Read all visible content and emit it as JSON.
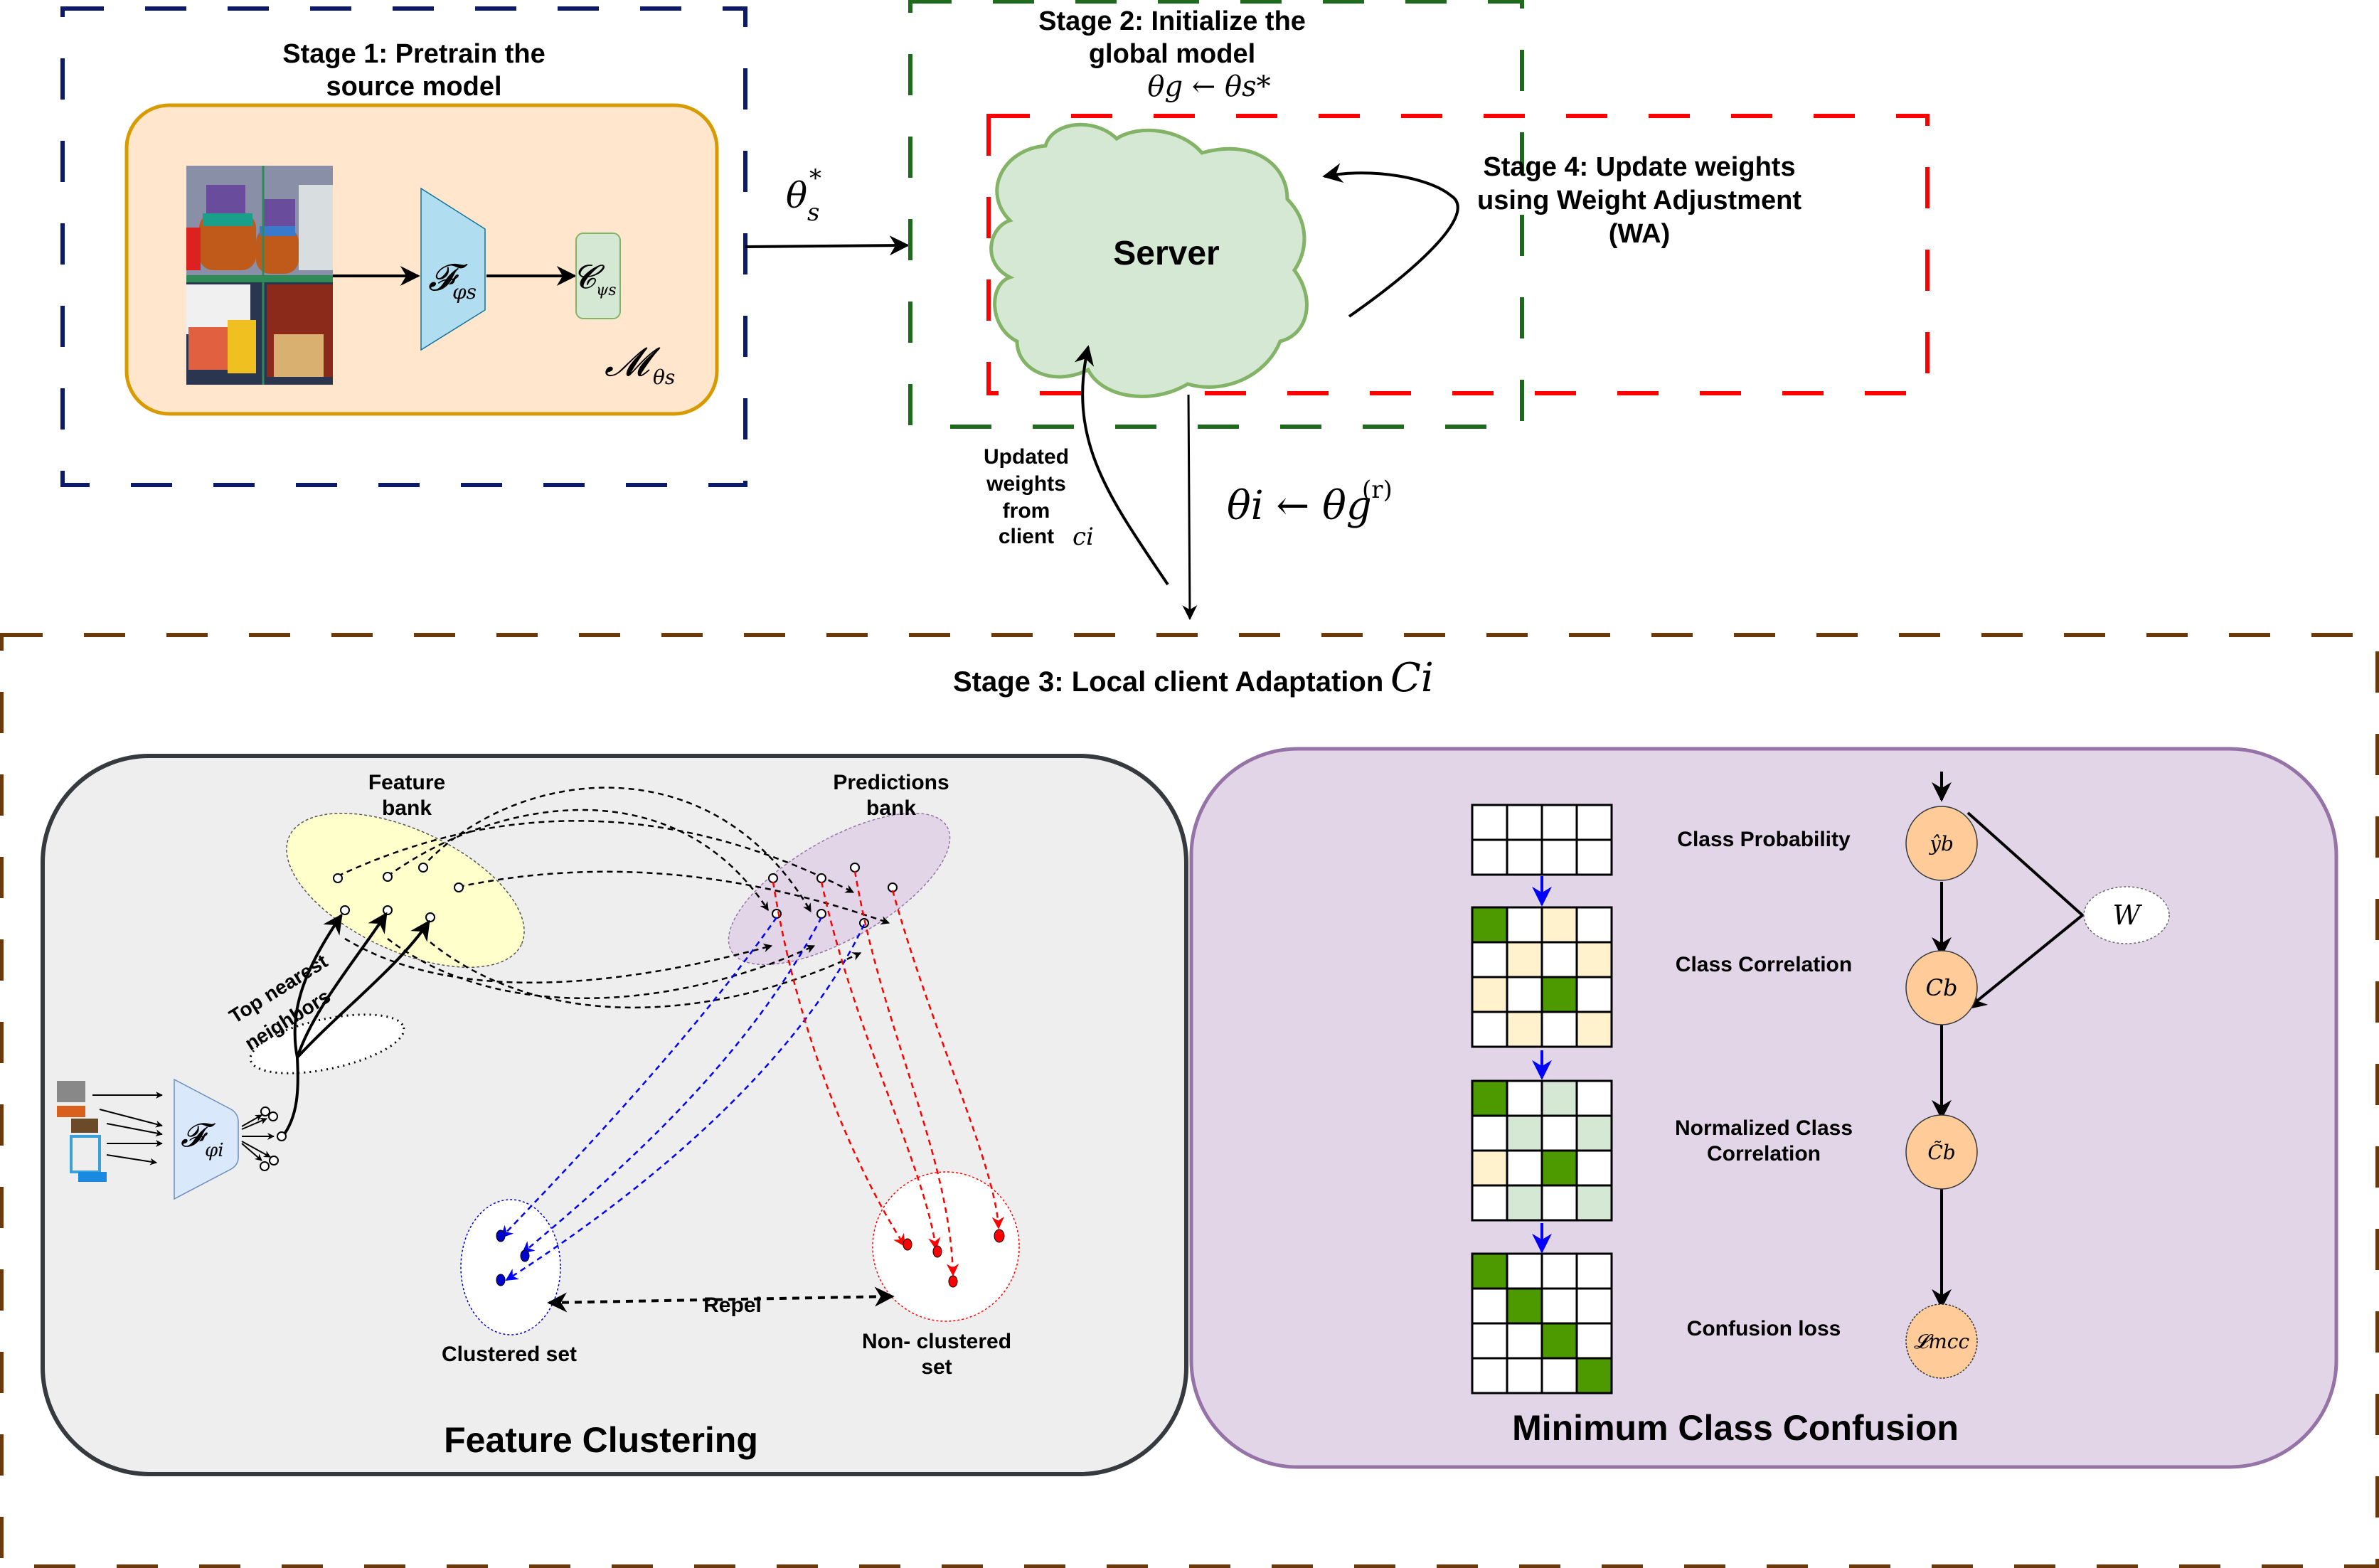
{
  "colors": {
    "stage1_border": "#0b1a6b",
    "stage2_border": "#1e6b1e",
    "stage4_border": "#ff0000",
    "stage3_border": "#6b3a0a",
    "model_fill": "#ffe6cc",
    "model_stroke": "#d79b00",
    "encoder_fill": "#b1ddf0",
    "classifier_fill": "#d5e8d4",
    "cloud_fill": "#d5e8d4",
    "cloud_stroke": "#82b366",
    "fc_panel_fill": "#eeeeee",
    "fc_panel_stroke": "#36393d",
    "mcc_panel_fill": "#e1d5e7",
    "mcc_panel_stroke": "#9673a6",
    "feature_bank_fill": "#ffffcc",
    "pred_bank_fill": "#e1d5e7",
    "node_fill": "#ffcc99",
    "cell_green": "#4d9900",
    "cell_yellow": "#fff2cc",
    "cell_lightgreen": "#d5e8d4",
    "clustered_color": "#0000cc",
    "nonclustered_color": "#ff0000"
  },
  "stage1": {
    "title_line1": "Stage 1: Pretrain the",
    "title_line2": "source model",
    "encoder_symbol": "𝓕",
    "encoder_sub": "φs",
    "classifier_symbol": "𝓒",
    "classifier_sub": "ψs",
    "model_symbol": "𝓜",
    "model_sub": "θs",
    "image_desc": "toy shelf photo"
  },
  "transfer_arrow": {
    "label_main": "θ",
    "label_sup": "*",
    "label_sub": "s"
  },
  "stage2": {
    "title_line1": "Stage 2: Initialize the",
    "title_line2": "global model",
    "formula": "θg ← θs*"
  },
  "server": {
    "label": "Server"
  },
  "stage4": {
    "line1": "Stage 4: Update weights",
    "line2": "using Weight Adjustment",
    "line3": "(WA)"
  },
  "upload": {
    "line1": "Updated",
    "line2": "weights",
    "line3": "from",
    "line4": "client",
    "client_symbol": "ci"
  },
  "download": {
    "formula_left": "θi ← θg",
    "formula_sup": "(r)"
  },
  "stage3": {
    "title": "Stage 3: Local client Adaptation",
    "title_symbol": "Ci"
  },
  "feature_clustering": {
    "title": "Feature Clustering",
    "feature_bank_line1": "Feature",
    "feature_bank_line2": "bank",
    "predictions_bank_line1": "Predictions",
    "predictions_bank_line2": "bank",
    "neighbors_line1": "Top nearest",
    "neighbors_line2": "neighbors",
    "encoder_symbol": "𝓕",
    "encoder_sub": "φi",
    "clustered_label": "Clustered set",
    "nonclustered_line1": "Non- clustered",
    "nonclustered_line2": "set",
    "repel_label": "Repel"
  },
  "mcc": {
    "title": "Minimum Class Confusion",
    "steps": [
      {
        "label_line1": "Class Probability",
        "label_line2": "",
        "node": "ŷb"
      },
      {
        "label_line1": "Class Correlation",
        "label_line2": "",
        "node": "Cb"
      },
      {
        "label_line1": "Normalized Class",
        "label_line2": "Correlation",
        "node": "C̃b"
      },
      {
        "label_line1": "Confusion loss",
        "label_line2": "",
        "node": "𝓛mcc"
      }
    ],
    "weight_node": "W",
    "matrices": [
      {
        "rows": 2,
        "cells": [
          [
            "w",
            "w",
            "w",
            "w"
          ],
          [
            "w",
            "w",
            "w",
            "w"
          ]
        ]
      },
      {
        "rows": 4,
        "cells": [
          [
            "g",
            "w",
            "y",
            "w"
          ],
          [
            "w",
            "y",
            "w",
            "y"
          ],
          [
            "y",
            "w",
            "g",
            "w"
          ],
          [
            "w",
            "y",
            "w",
            "y"
          ]
        ]
      },
      {
        "rows": 4,
        "cells": [
          [
            "g",
            "w",
            "l",
            "w"
          ],
          [
            "w",
            "l",
            "w",
            "l"
          ],
          [
            "y",
            "w",
            "g",
            "w"
          ],
          [
            "w",
            "l",
            "w",
            "l"
          ]
        ]
      },
      {
        "rows": 4,
        "cells": [
          [
            "g",
            "w",
            "w",
            "w"
          ],
          [
            "w",
            "g",
            "w",
            "w"
          ],
          [
            "w",
            "w",
            "g",
            "w"
          ],
          [
            "w",
            "w",
            "w",
            "g"
          ]
        ]
      }
    ]
  }
}
